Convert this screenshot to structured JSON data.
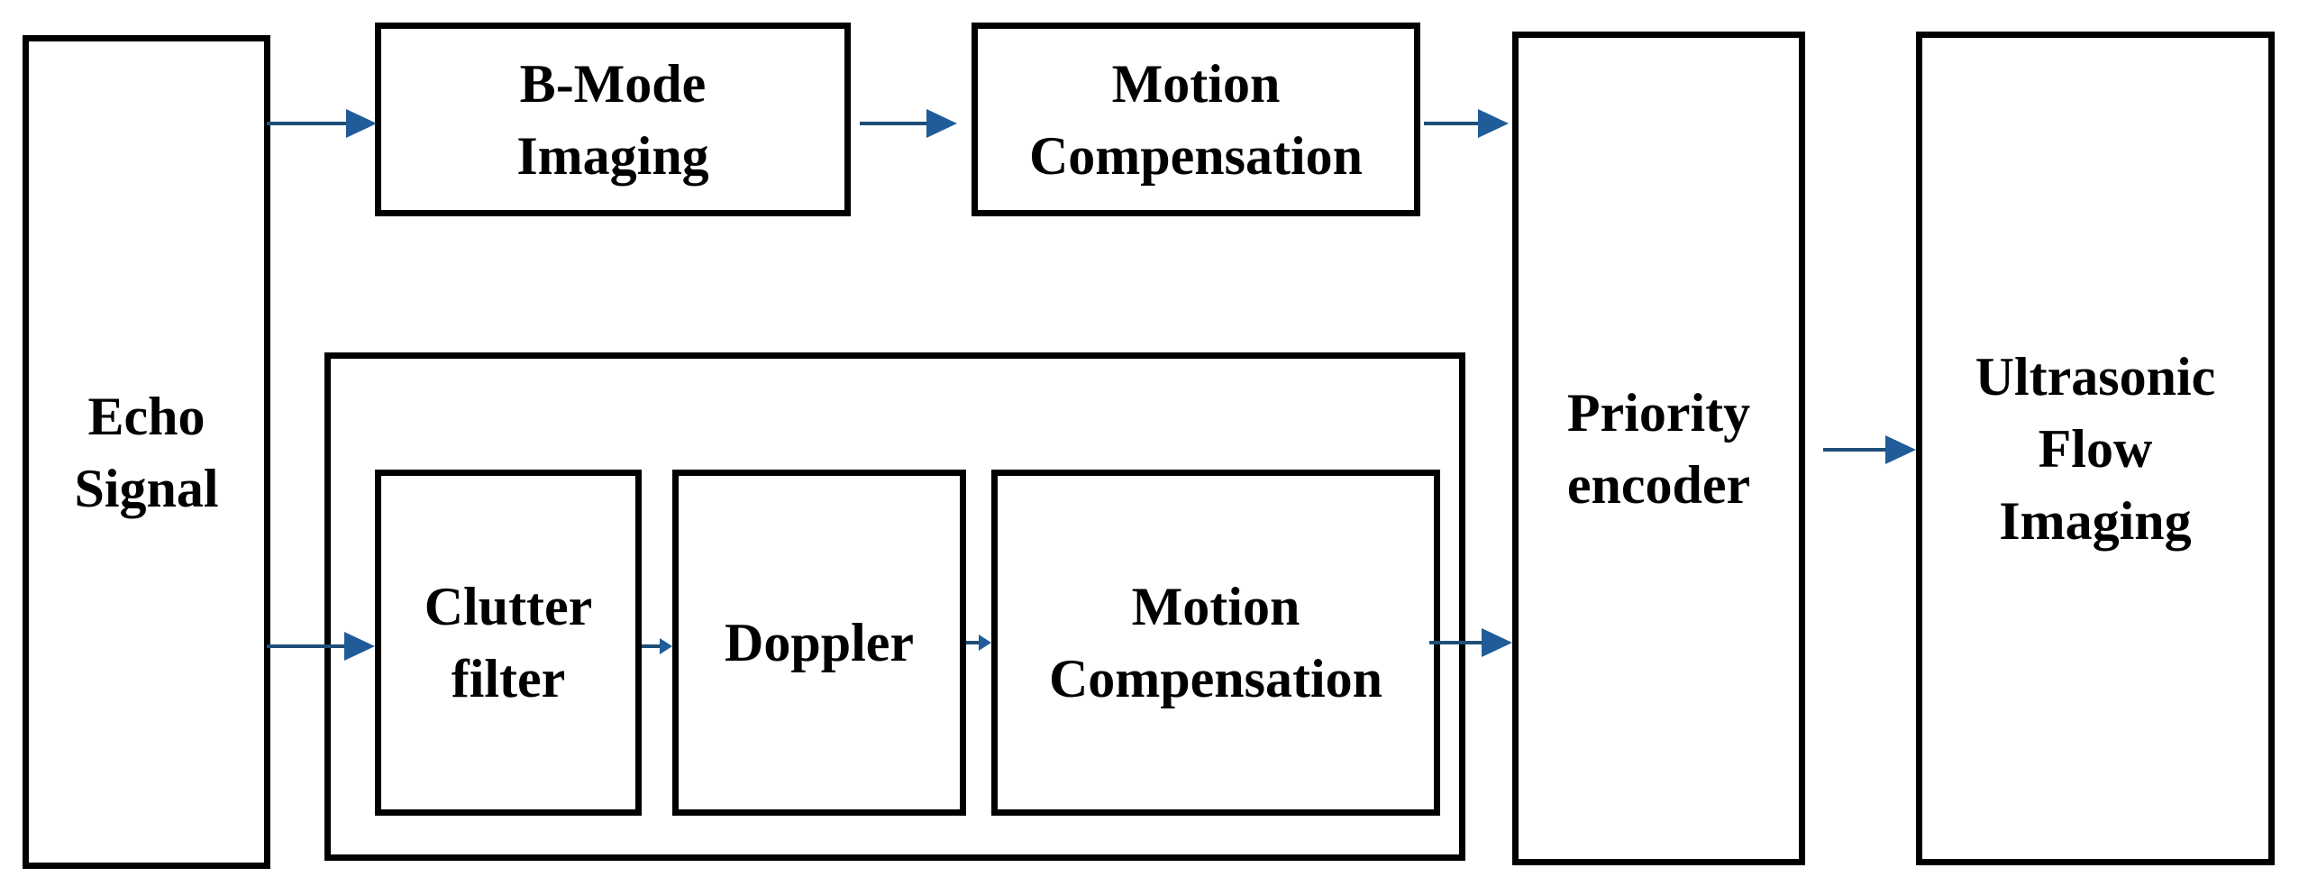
{
  "diagram": {
    "colors": {
      "box_border": "#000000",
      "text": "#000000",
      "arrow_line": "#1f4e79",
      "arrow_head": "#1f5c99",
      "background": "#ffffff"
    },
    "nodes": {
      "echo_signal": "Echo\nSignal",
      "b_mode_imaging": "B-Mode\nImaging",
      "motion_compensation_top": "Motion\nCompensation",
      "clutter_filter": "Clutter\nfilter",
      "doppler": "Doppler",
      "motion_compensation_bottom": "Motion\nCompensation",
      "priority_encoder": "Priority\nencoder",
      "ultrasonic_flow_imaging": "Ultrasonic\nFlow\nImaging"
    },
    "edges": [
      {
        "from": "echo_signal",
        "to": "b_mode_imaging"
      },
      {
        "from": "b_mode_imaging",
        "to": "motion_compensation_top"
      },
      {
        "from": "motion_compensation_top",
        "to": "priority_encoder"
      },
      {
        "from": "echo_signal",
        "to": "clutter_filter"
      },
      {
        "from": "clutter_filter",
        "to": "doppler"
      },
      {
        "from": "doppler",
        "to": "motion_compensation_bottom"
      },
      {
        "from": "motion_compensation_bottom",
        "to": "priority_encoder"
      },
      {
        "from": "priority_encoder",
        "to": "ultrasonic_flow_imaging"
      }
    ]
  }
}
